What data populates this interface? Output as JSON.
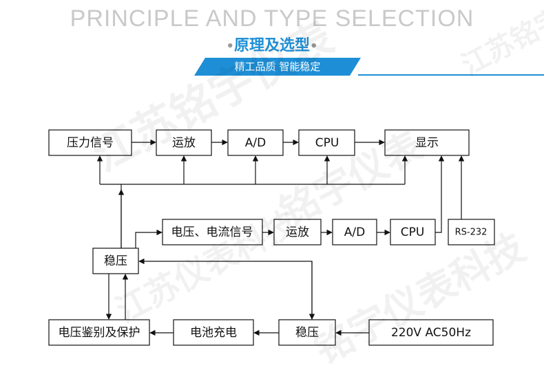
{
  "header": {
    "title": "PRINCIPLE AND TYPE SELECTION",
    "subtitle": "原理及选型",
    "tagline": "精工品质   智能稳定"
  },
  "colors": {
    "accent": "#1e8fd6",
    "line": "#111111",
    "title_gray": "#c9c9c9"
  },
  "diagram": {
    "boxes": {
      "pressure_signal": "压力信号",
      "amp_top": "运放",
      "ad_top": "A/D",
      "cpu_top": "CPU",
      "display": "显示",
      "volt_current_signal": "电压、电流信号",
      "amp_mid": "运放",
      "ad_mid": "A/D",
      "cpu_mid": "CPU",
      "rs232": "RS-232",
      "regulator_left": "稳压",
      "voltage_protect": "电压鉴别及保护",
      "battery_charge": "电池充电",
      "regulator_bottom": "稳压",
      "power_input": "220V  AC50Hz"
    }
  }
}
